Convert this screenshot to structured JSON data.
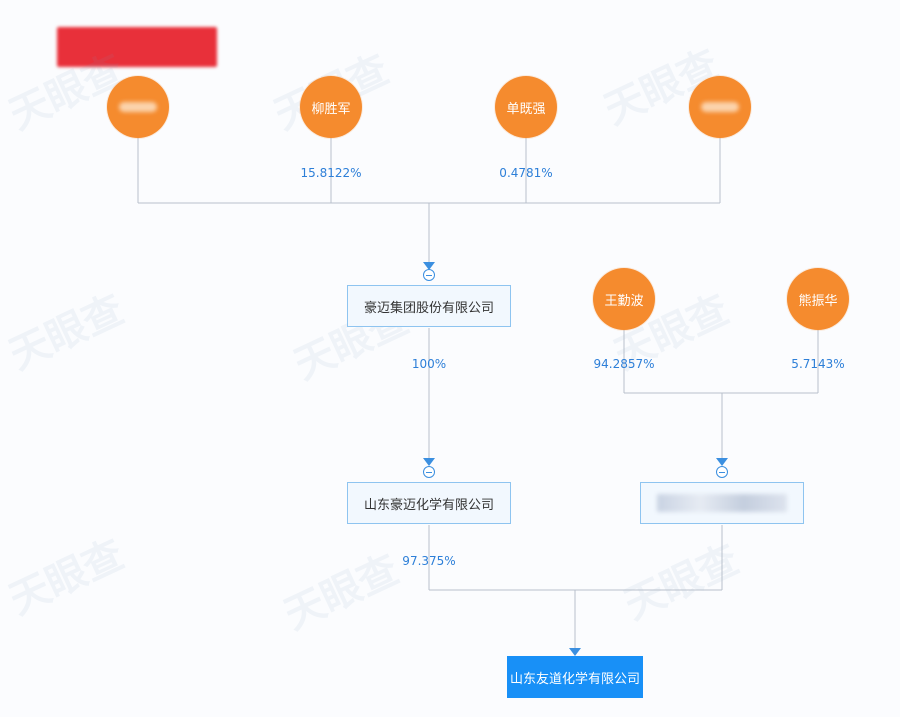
{
  "colors": {
    "person": "#f58b2e",
    "company_border": "#8ec4f0",
    "target": "#1890f7",
    "line": "#b8c0cc",
    "pct": "#2d7fd8"
  },
  "shareholders": {
    "p1": {
      "name": "",
      "pct": ""
    },
    "p2": {
      "name": "柳胜军",
      "pct": "15.8122%"
    },
    "p3": {
      "name": "单既强",
      "pct": "0.4781%"
    },
    "p4": {
      "name": "",
      "pct": ""
    },
    "p5": {
      "name": "王勤波",
      "pct": "94.2857%"
    },
    "p6": {
      "name": "熊振华",
      "pct": "5.7143%"
    }
  },
  "companies": {
    "c1": {
      "name": "豪迈集团股份有限公司",
      "pct": "100%"
    },
    "c2": {
      "name": "山东豪迈化学有限公司",
      "pct": "97.375%"
    },
    "c3": {
      "name": ""
    },
    "target": {
      "name": "山东友道化学有限公司"
    }
  },
  "watermark": {
    "text": "天眼查"
  }
}
